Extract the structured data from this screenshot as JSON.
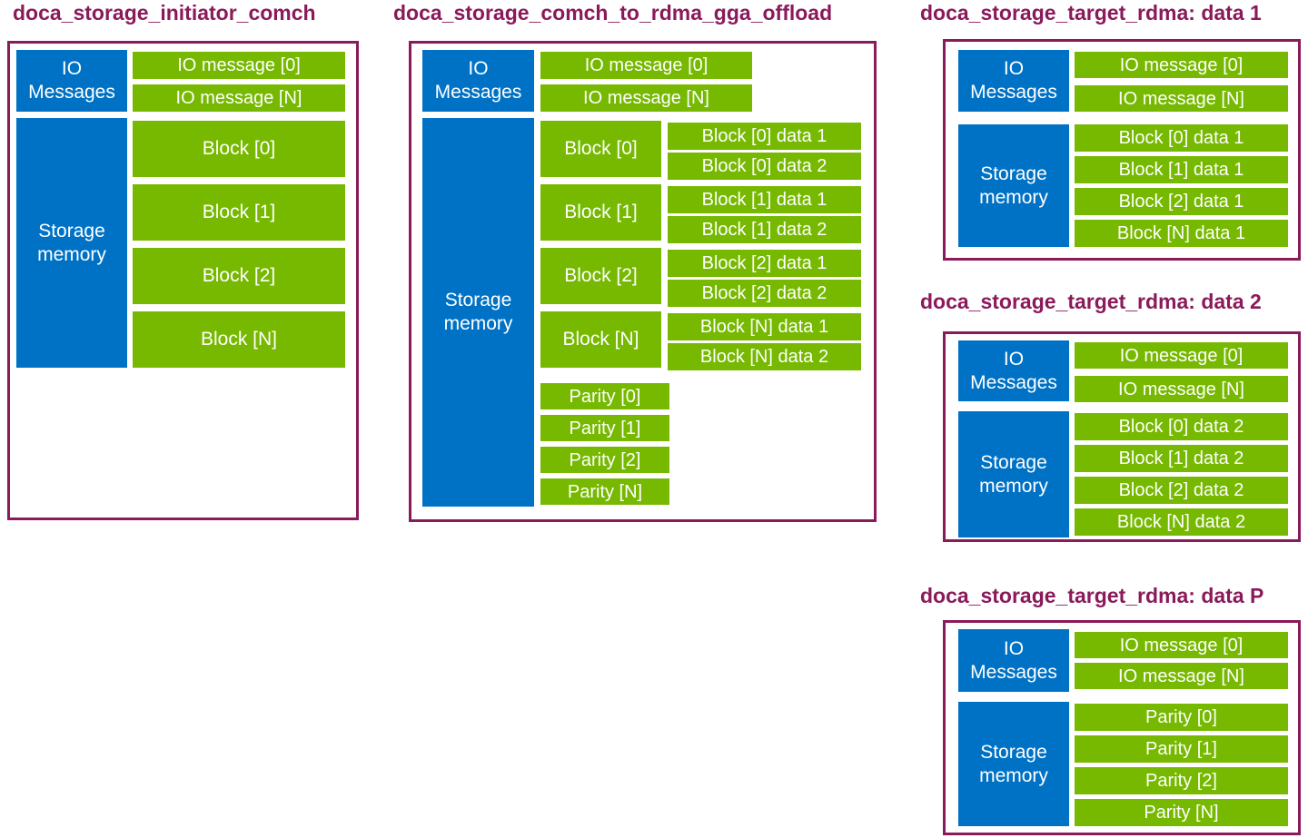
{
  "colors": {
    "magenta": "#8A1A5A",
    "blue": "#0072C5",
    "green": "#76B900",
    "boxtext": "#FFFFFF",
    "bg": "#FFFFFF"
  },
  "panels": [
    {
      "title": "doca_storage_initiator_comch",
      "io": {
        "lines": [
          "IO",
          "Messages"
        ],
        "messages": [
          "IO message [0]",
          "IO message [N]"
        ]
      },
      "storage": {
        "lines": [
          "Storage",
          "memory"
        ],
        "blocks": [
          "Block [0]",
          "Block [1]",
          "Block [2]",
          "Block [N]"
        ]
      }
    },
    {
      "title": "doca_storage_comch_to_rdma_gga_offload",
      "io": {
        "lines": [
          "IO",
          "Messages"
        ],
        "messages": [
          "IO message [0]",
          "IO message [N]"
        ]
      },
      "storage": {
        "lines": [
          "Storage",
          "memory"
        ],
        "blocks": [
          "Block [0]",
          "Block [1]",
          "Block [2]",
          "Block [N]"
        ],
        "block_data": [
          "Block [0] data 1",
          "Block [0] data 2",
          "Block [1] data 1",
          "Block [1] data 2",
          "Block [2] data 1",
          "Block [2] data 2",
          "Block [N] data 1",
          "Block [N] data 2"
        ],
        "parity": [
          "Parity [0]",
          "Parity [1]",
          "Parity [2]",
          "Parity [N]"
        ]
      }
    },
    {
      "title": "doca_storage_target_rdma: data 1",
      "io": {
        "lines": [
          "IO",
          "Messages"
        ],
        "messages": [
          "IO message [0]",
          "IO message [N]"
        ]
      },
      "storage": {
        "lines": [
          "Storage",
          "memory"
        ],
        "rows": [
          "Block [0] data 1",
          "Block [1] data 1",
          "Block [2] data 1",
          "Block [N] data 1"
        ]
      }
    },
    {
      "title": "doca_storage_target_rdma: data 2",
      "io": {
        "lines": [
          "IO",
          "Messages"
        ],
        "messages": [
          "IO message [0]",
          "IO message [N]"
        ]
      },
      "storage": {
        "lines": [
          "Storage",
          "memory"
        ],
        "rows": [
          "Block [0] data 2",
          "Block [1] data 2",
          "Block [2] data 2",
          "Block [N] data 2"
        ]
      }
    },
    {
      "title": "doca_storage_target_rdma: data P",
      "io": {
        "lines": [
          "IO",
          "Messages"
        ],
        "messages": [
          "IO message [0]",
          "IO message [N]"
        ]
      },
      "storage": {
        "lines": [
          "Storage",
          "memory"
        ],
        "rows": [
          "Parity [0]",
          "Parity [1]",
          "Parity [2]",
          "Parity [N]"
        ]
      }
    }
  ]
}
